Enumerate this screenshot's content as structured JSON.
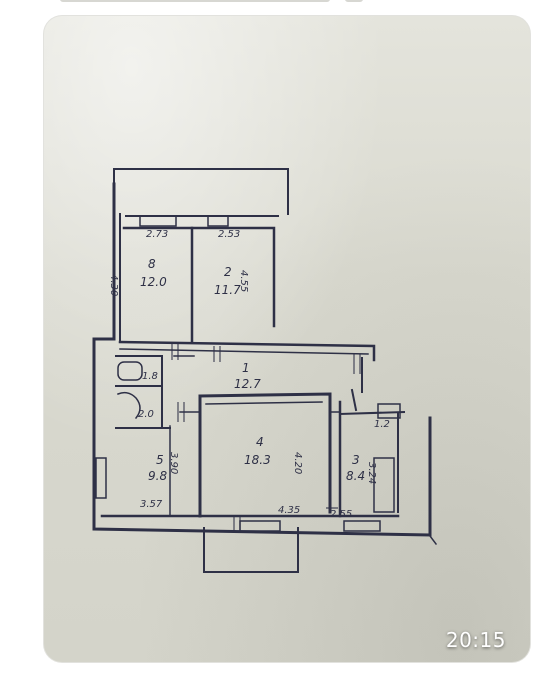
{
  "message": {
    "timestamp": "20:15"
  },
  "colors": {
    "ink": "#2e3046",
    "paper": "#dcdcd3",
    "timestamp_text": "#ffffff"
  },
  "floor_plan": {
    "rooms": [
      {
        "number": "8",
        "area": "12.0",
        "width": "2.73",
        "depth": "4.30"
      },
      {
        "number": "2",
        "area": "11.7",
        "width": "2.53",
        "depth": "4.55"
      },
      {
        "number": "1",
        "area": "12.7"
      },
      {
        "number": "4",
        "area": "18.3",
        "width": "4.35",
        "depth": "4.20",
        "side": "3.90"
      },
      {
        "number": "5",
        "area": "9.8",
        "width": "3.57"
      },
      {
        "number": "3",
        "area": "8.4",
        "width": "2.55"
      }
    ],
    "small_labels": {
      "bath_area": "1.8",
      "wc_area": "2.0",
      "storage_area": "1.2",
      "side_depth": "3.24"
    }
  }
}
